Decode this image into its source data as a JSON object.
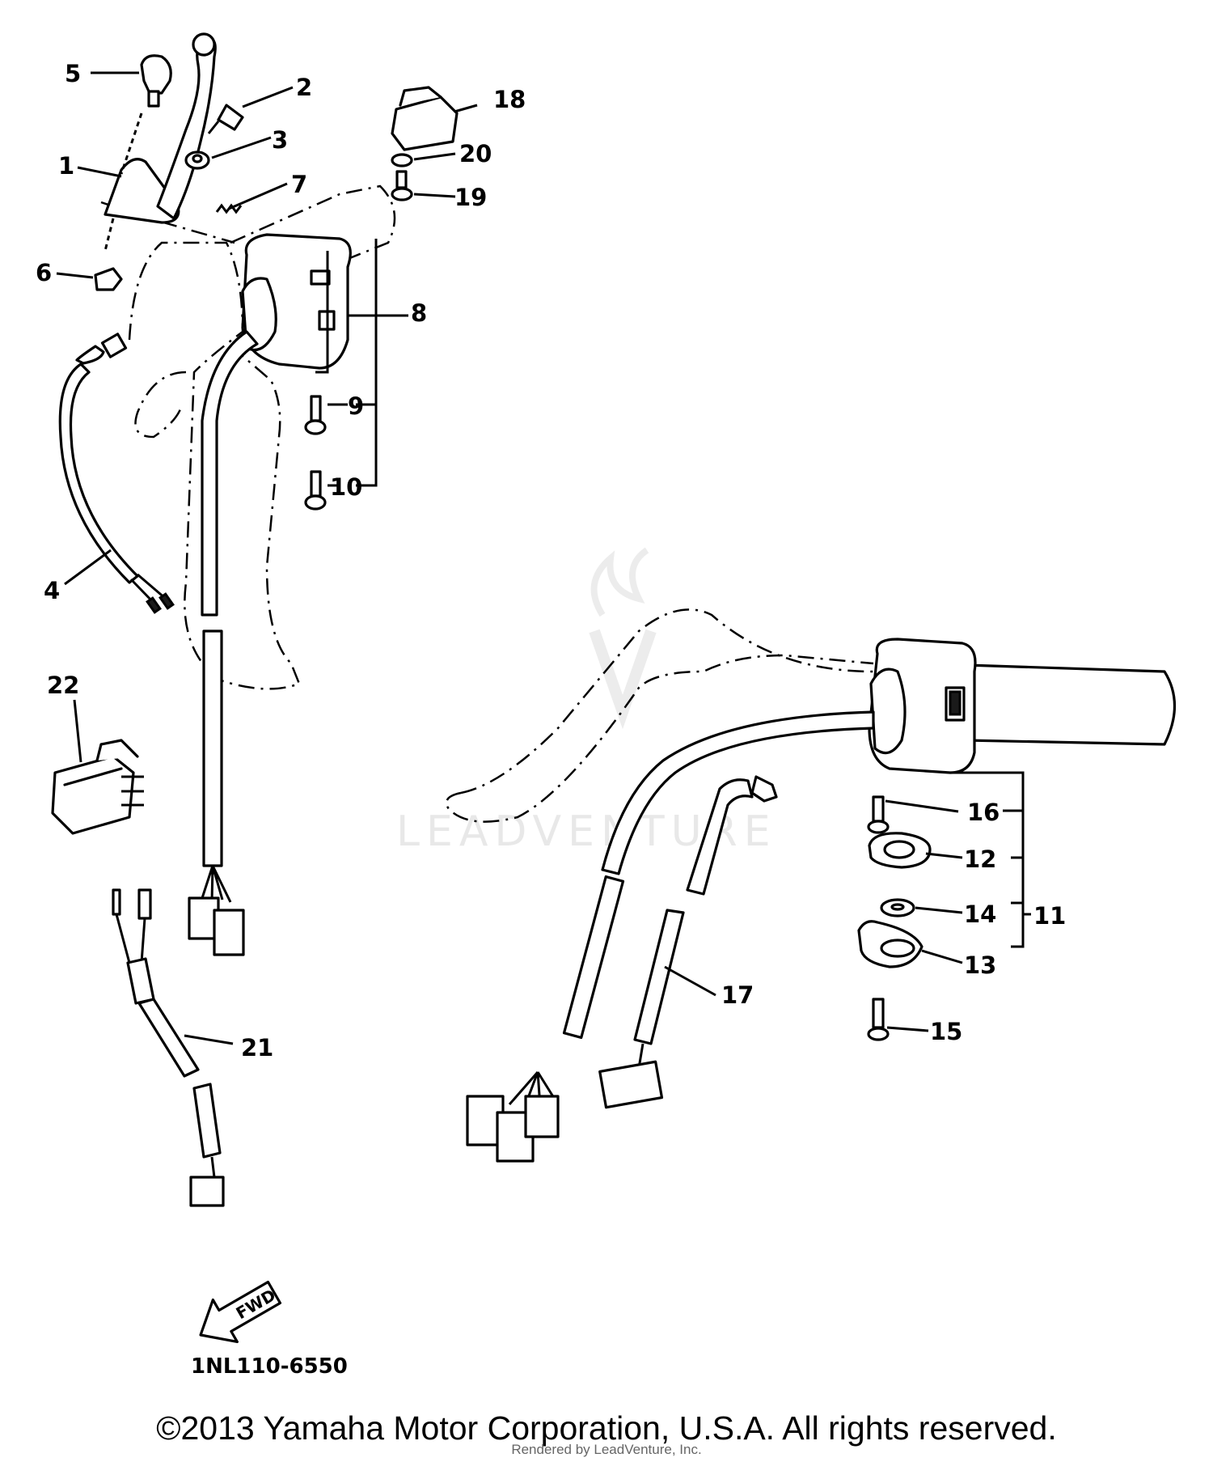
{
  "diagram": {
    "drawing_code": "1NL110-6550",
    "direction_badge": "FWD",
    "watermark": "LEADVENTURE",
    "callouts": [
      "1",
      "2",
      "3",
      "4",
      "5",
      "6",
      "7",
      "8",
      "9",
      "10",
      "11",
      "12",
      "13",
      "14",
      "15",
      "16",
      "17",
      "18",
      "19",
      "20",
      "21",
      "22"
    ]
  },
  "footer": {
    "copyright": "©2013 Yamaha Motor Corporation, U.S.A. All rights reserved.",
    "renderer": "Rendered by LeadVenture, Inc."
  }
}
